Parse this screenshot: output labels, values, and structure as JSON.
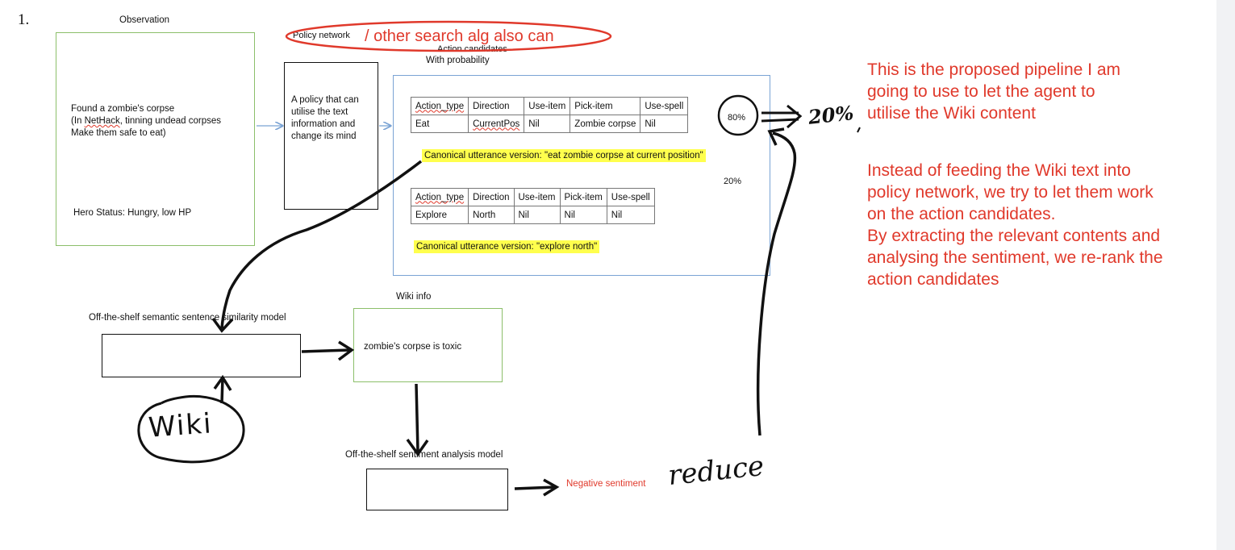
{
  "list_number": "1.",
  "observation": {
    "title": "Observation",
    "line1": "Found a zombie's corpse",
    "line2_prefix": "(In ",
    "line2_link": "NetHack",
    "line2_suffix": ", tinning undead corpses",
    "line3": "Make them safe to eat)",
    "status": "Hero Status: Hungry, low HP"
  },
  "policy": {
    "title": "Policy network",
    "annotation": "/ other search alg also can",
    "text_lines": [
      "A policy that can",
      "utilise the text",
      "information and",
      "change its mind"
    ]
  },
  "action_candidates": {
    "title_line1": "Action candidates",
    "title_line2": "With probability",
    "headers": [
      "Action_type",
      "Direction",
      "Use-item",
      "Pick-item",
      "Use-spell"
    ],
    "candidate1": {
      "row": [
        "Eat",
        "CurrentPos",
        "Nil",
        "Zombie corpse",
        "Nil"
      ],
      "probability": "80%",
      "handwritten_new": "20%",
      "utterance": "Canonical utterance version: \"eat zombie corpse at current position\""
    },
    "candidate2": {
      "row": [
        "Explore",
        "North",
        "Nil",
        "Nil",
        "Nil"
      ],
      "probability": "20%",
      "utterance": "Canonical utterance version: \"explore north\""
    }
  },
  "similarity_model": {
    "title": "Off-the-shelf semantic sentence similarity model"
  },
  "wiki_info": {
    "title": "Wiki info",
    "content": "zombie's corpse is toxic"
  },
  "wiki_handwritten": "Wiki",
  "sentiment_model": {
    "title": "Off-the-shelf sentiment analysis model",
    "output": "Negative sentiment"
  },
  "reduce_handwritten": "reduce",
  "notes": {
    "para1": [
      "This is the proposed pipeline I am",
      "going to use to let the agent to",
      "utilise the Wiki content"
    ],
    "para2": [
      "Instead of feeding the Wiki text into",
      "policy network, we try to let them work",
      "on the action candidates.",
      "By extracting the relevant contents and",
      "analysing the sentiment, we re-rank the",
      "action candidates"
    ]
  },
  "colors": {
    "note_red": "#e0392b",
    "highlight_yellow": "#ffff4d",
    "green_border": "#8cbf6a",
    "blue_border": "#7aa3d4"
  }
}
